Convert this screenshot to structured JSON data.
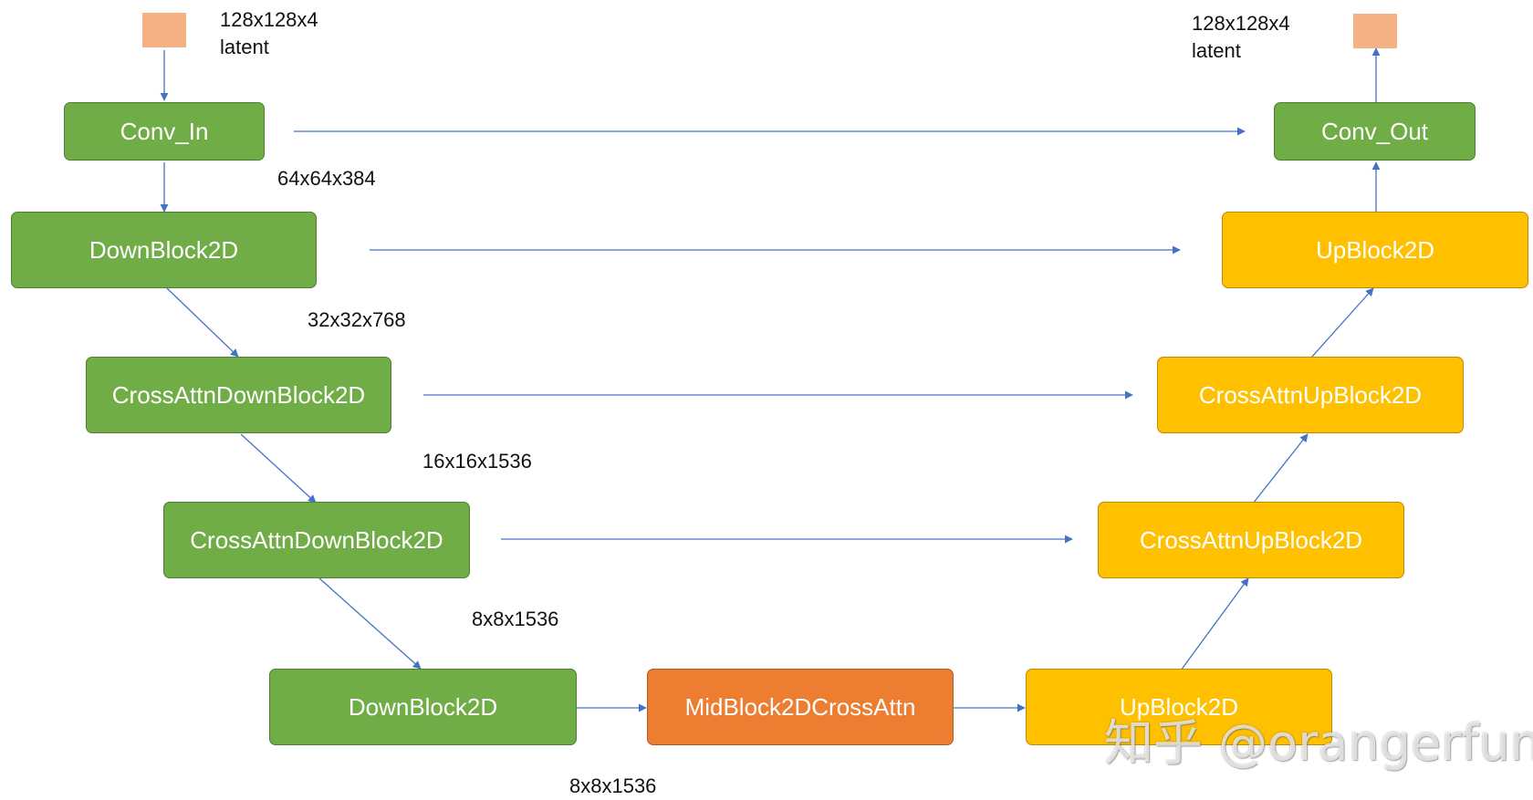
{
  "nodes": {
    "conv_in": "Conv_In",
    "down1": "DownBlock2D",
    "down2": "CrossAttnDownBlock2D",
    "down3": "CrossAttnDownBlock2D",
    "down4": "DownBlock2D",
    "mid": "MidBlock2DCrossAttn",
    "up1": "UpBlock2D",
    "up2": "CrossAttnUpBlock2D",
    "up3": "CrossAttnUpBlock2D",
    "up4": "UpBlock2D",
    "conv_out": "Conv_Out"
  },
  "labels": {
    "input_shape": "128x128x4",
    "input_name": "latent",
    "output_shape": "128x128x4",
    "output_name": "latent",
    "d1": "64x64x384",
    "d2": "32x32x768",
    "d3": "16x16x1536",
    "d4": "8x8x1536",
    "mid_out": "8x8x1536"
  },
  "watermark": "知乎 @orangerfun",
  "colors": {
    "down": "#70ad47",
    "up": "#ffc000",
    "mid": "#ed7d31",
    "latent": "#f4b183",
    "arrow": "#4472c4"
  }
}
